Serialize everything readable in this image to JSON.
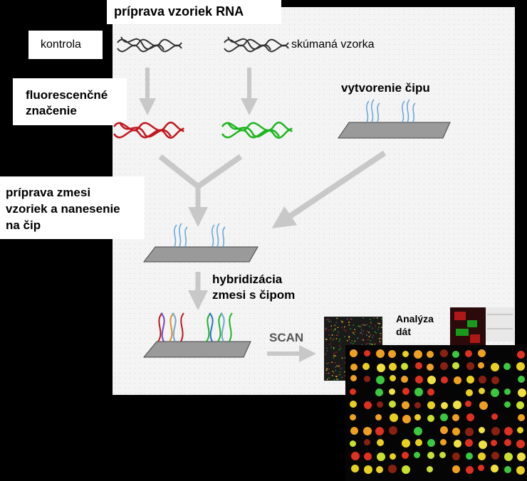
{
  "labels": {
    "title": "príprava vzoriek RNA",
    "control": "kontrola",
    "sample": "skúmaná vzorka",
    "fluor_line1": "fluorescenčné",
    "fluor_line2": "značenie",
    "chip": "vytvorenie čipu",
    "mix_line1": "príprava zmesi",
    "mix_line2": "vzoriek a nanesenie",
    "mix_line3": "na čip",
    "hyb_line1": "hybridizácia",
    "hyb_line2": "zmesi s čipom",
    "scan": "SCAN",
    "analysis_line1": "Analýza",
    "analysis_line2": "dát"
  },
  "colors": {
    "red_dye": "#c0181e",
    "green_dye": "#1fb51f",
    "probe_blue": "#6aa9d8",
    "arrow_gray": "#c8c8c8"
  }
}
